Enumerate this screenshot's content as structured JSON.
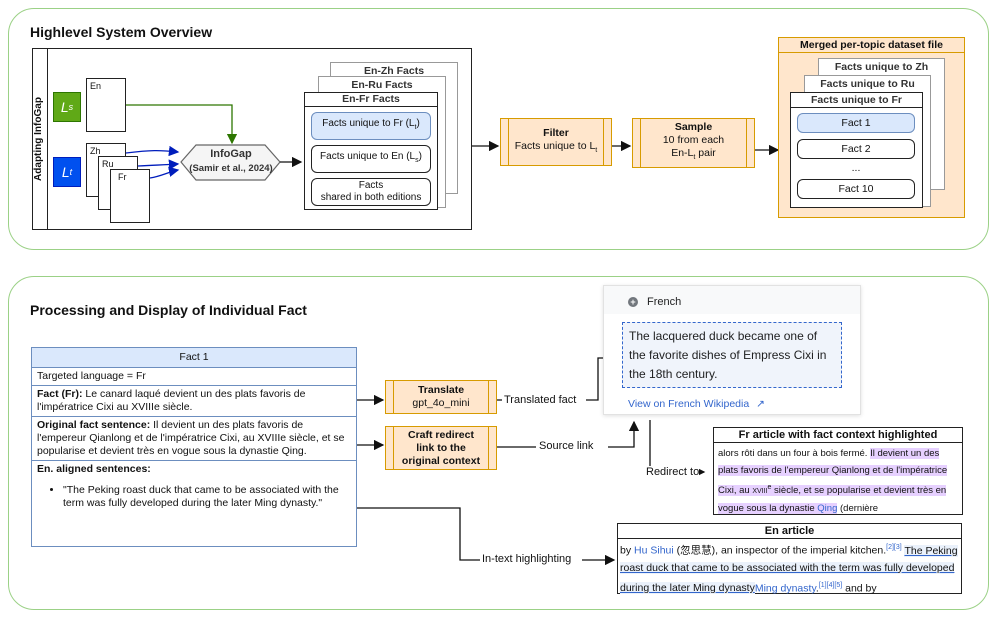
{
  "top": {
    "title": "Highlevel System Overview",
    "side_label": "Adapting InfoGap",
    "ls_label": "L",
    "ls_sub": "s",
    "lt_label": "L",
    "lt_sub": "t",
    "doc_en": "En",
    "doc_zh": "Zh",
    "doc_ru": "Ru",
    "doc_fr": "Fr",
    "infogap_title": "InfoGap",
    "infogap_cite": "(Samir et al., 2024)",
    "stack_zh": "En-Zh Facts",
    "stack_ru": "En-Ru Facts",
    "stack_fr": "En-Fr Facts",
    "unique_fr": "Facts unique to Fr (L",
    "unique_fr_sub": "t",
    "unique_en": "Facts unique to En (L",
    "unique_en_sub": "s",
    "shared_line1": "Facts",
    "shared_line2": "shared in both editions",
    "filter_title": "Filter",
    "filter_text": "Facts unique to L",
    "filter_sub": "t",
    "sample_title": "Sample",
    "sample_line1": "10 from each",
    "sample_line2": "En-L",
    "sample_sub": "t",
    "sample_line2_tail": " pair",
    "merged_title": "Merged per-topic dataset file",
    "merged_zh": "Facts unique to Zh",
    "merged_ru": "Facts unique to Ru",
    "merged_fr": "Facts unique to Fr",
    "fact_1": "Fact 1",
    "fact_2": "Fact 2",
    "ellipsis": "...",
    "fact_10": "Fact 10"
  },
  "bottom": {
    "title": "Processing and Display of Individual Fact",
    "fact_card": {
      "header": "Fact 1",
      "targeted": "Targeted language = Fr",
      "fact_label": "Fact (Fr):",
      "fact_text": " Le canard laqué devient un des plats favoris de l'impératrice Cixi au XVIIIe siècle.",
      "orig_label": "Original fact sentence:",
      "orig_text": " Il devient un des plats favoris de l'empereur Qianlong et de l'impératrice Cixi, au XVIIIe siècle, et se popularise et devient très en vogue sous la dynastie Qing.",
      "aligned_label": "En. aligned sentences:",
      "aligned_item": "\"The Peking roast duck that came to be associated with the term was fully developed during the later Ming dynasty.\""
    },
    "translate_title": "Translate",
    "translate_model": "gpt_4o_mini",
    "craft_line1": "Craft redirect",
    "craft_line2": "link to the",
    "craft_line3": "original context",
    "translated_fact_label": "Translated fact",
    "source_link_label": "Source link",
    "redirect_label": "Redirect to",
    "intext_label": "In-text highlighting",
    "popup": {
      "lang": "French",
      "text": "The lacquered duck became one of the favorite dishes of Empress Cixi in the 18th century.",
      "link": "View on French Wikipedia",
      "link_arrow": "↗"
    },
    "fr_article": {
      "header": "Fr article with fact context highlighted",
      "pre": "alors rôti dans un four à bois fermé. ",
      "hl1": "Il devient un des plats favoris de l'empereur Qianlong et de l'impératrice Cixi, au ",
      "century": "XVIII",
      "sup": "e",
      "hl2": " siècle, et se popularise et devient très en vogue sous la dynastie ",
      "qing": "Qing",
      "post": " (dernière"
    },
    "en_article": {
      "header": "En article",
      "by": "by ",
      "hu_sihui": "Hu Sihui",
      "hu_cn": " (忽思慧), an inspector of the imperial kitchen.",
      "ref1": "[2][3]",
      "underlined": "The Peking roast duck that came to be associated with the term was fully developed during the later Ming dynasty",
      "ming": "Ming dynasty",
      "comma": ".",
      "ref2": "[1][4][5]",
      "tail": " and by"
    }
  },
  "colors": {
    "panel_border": "#9bd186",
    "ls_green": "#60a917",
    "lt_blue": "#0050ef",
    "orange_fill": "#ffe6cc",
    "orange_border": "#d79b00",
    "fact_blue": "#dae8fc",
    "highlight_purple": "#e6d0ff",
    "link_blue": "#3366cc"
  }
}
